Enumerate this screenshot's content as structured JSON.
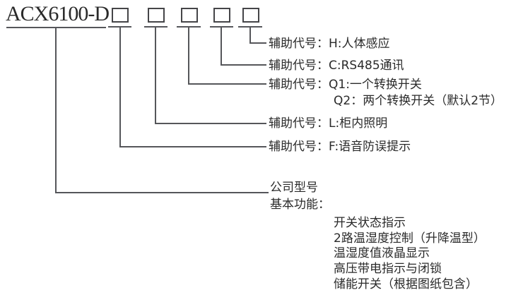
{
  "model": {
    "prefix": "ACX6100-D",
    "placeholder_count": 5
  },
  "aux_codes": {
    "h": {
      "label": "辅助代号：H:人体感应"
    },
    "c": {
      "label": "辅助代号：C:RS485通讯"
    },
    "q1": {
      "label": "辅助代号：Q1:一个转换开关"
    },
    "q2": {
      "label": "Q2：两个转换开关（默认2节）"
    },
    "l": {
      "label": "辅助代号：L:柜内照明"
    },
    "f": {
      "label": "辅助代号：F:语音防误提示"
    }
  },
  "base_section": {
    "company_model": "公司型号",
    "basic_functions_heading": "基本功能：",
    "features": [
      "开关状态指示",
      "2路温湿度控制（升降温型）",
      "温湿度值液晶显示",
      "高压带电指示与闭锁",
      "储能开关（根据图纸包含）"
    ]
  },
  "colors": {
    "line": "#55565a",
    "text": "#2a2a2a",
    "background": "#ffffff"
  }
}
